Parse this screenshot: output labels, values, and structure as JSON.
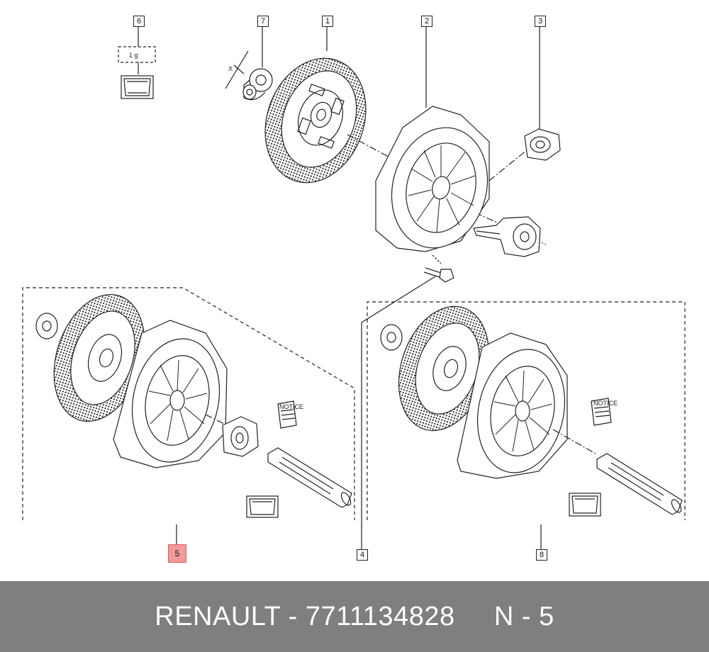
{
  "callouts": {
    "c1": "1",
    "c2": "2",
    "c3": "3",
    "c4": "4",
    "c5": "5",
    "c6": "6",
    "c7": "7",
    "c8": "8"
  },
  "grease_label": "1 g",
  "dim_label": "X",
  "notice_label": "NOTICE",
  "highlight_color": "#f19a9a",
  "footer": {
    "text": "RENAULT - 7711134828     N - 5",
    "background": "#7f7f7f"
  }
}
